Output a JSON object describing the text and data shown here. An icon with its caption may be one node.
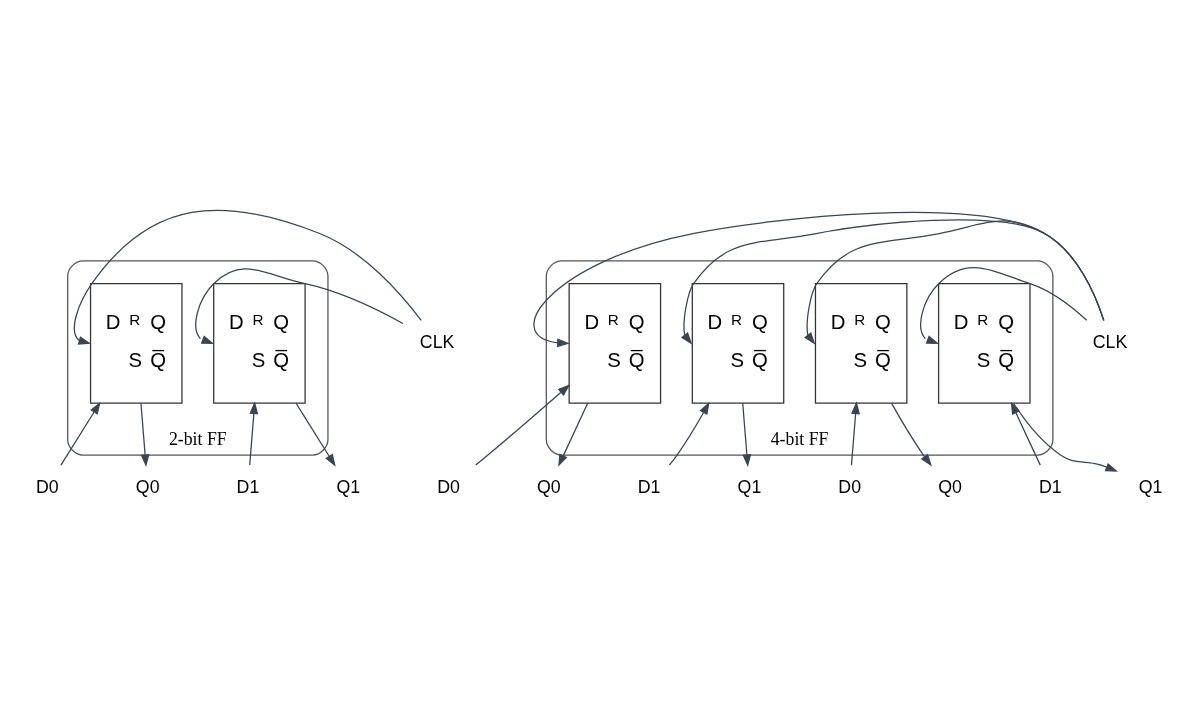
{
  "diagram": {
    "nodes": [
      {
        "text": [
          "2-bit FF"
        ]
      },
      {
        "text": [
          "D0"
        ]
      },
      {
        "text": [
          "Q0"
        ]
      },
      {
        "text": [
          "D1"
        ]
      },
      {
        "text": [
          "Q1"
        ]
      },
      {
        "text": [
          "CLK"
        ]
      },
      {
        "text": [
          "D",
          "R",
          "Q",
          "S",
          "Q̅"
        ],
        "in": 0
      },
      {
        "text": [
          "D",
          "R",
          "Q",
          "S",
          "Q̅"
        ],
        "in": 0
      },
      {
        "text": [
          "4-bit FF"
        ]
      },
      {
        "text": [
          "D0"
        ]
      },
      {
        "text": [
          "Q0"
        ]
      },
      {
        "text": [
          "D1"
        ]
      },
      {
        "text": [
          "Q1"
        ]
      },
      {
        "text": [
          "D0"
        ]
      },
      {
        "text": [
          "Q0"
        ]
      },
      {
        "text": [
          "D1"
        ]
      },
      {
        "text": [
          "Q1"
        ]
      },
      {
        "text": [
          "CLK"
        ]
      },
      {
        "text": [
          "D",
          "R",
          "Q",
          "S",
          "Q̅"
        ],
        "in": 8
      },
      {
        "text": [
          "D",
          "R",
          "Q",
          "S",
          "Q̅"
        ],
        "in": 8
      },
      {
        "text": [
          "D",
          "R",
          "Q",
          "S",
          "Q̅"
        ],
        "in": 8
      },
      {
        "text": [
          "D",
          "R",
          "Q",
          "S",
          "Q̅"
        ],
        "in": 8
      }
    ],
    "edges": [
      {
        "from": 1,
        "to": 6,
        "arrow": "to"
      },
      {
        "from": 6,
        "to": 2,
        "arrow": "to"
      },
      {
        "from": 3,
        "to": 7,
        "arrow": "to"
      },
      {
        "from": 7,
        "to": 4,
        "arrow": "to"
      },
      {
        "from": 5,
        "to": 6,
        "arrow": "to"
      },
      {
        "from": 5,
        "to": 7,
        "arrow": "to"
      },
      {
        "from": 9,
        "to": 18,
        "arrow": "to"
      },
      {
        "from": 18,
        "to": 10,
        "arrow": "to"
      },
      {
        "from": 11,
        "to": 19,
        "arrow": "to"
      },
      {
        "from": 19,
        "to": 12,
        "arrow": "to"
      },
      {
        "from": 13,
        "to": 20,
        "arrow": "to"
      },
      {
        "from": 20,
        "to": 14,
        "arrow": "to"
      },
      {
        "from": 15,
        "to": 21,
        "arrow": "to"
      },
      {
        "from": 21,
        "to": 16,
        "arrow": "to"
      },
      {
        "from": 17,
        "to": 18,
        "arrow": "to"
      },
      {
        "from": 17,
        "to": 19,
        "arrow": "to"
      },
      {
        "from": 17,
        "to": 20,
        "arrow": "to"
      },
      {
        "from": 17,
        "to": 21,
        "arrow": "to"
      }
    ]
  }
}
